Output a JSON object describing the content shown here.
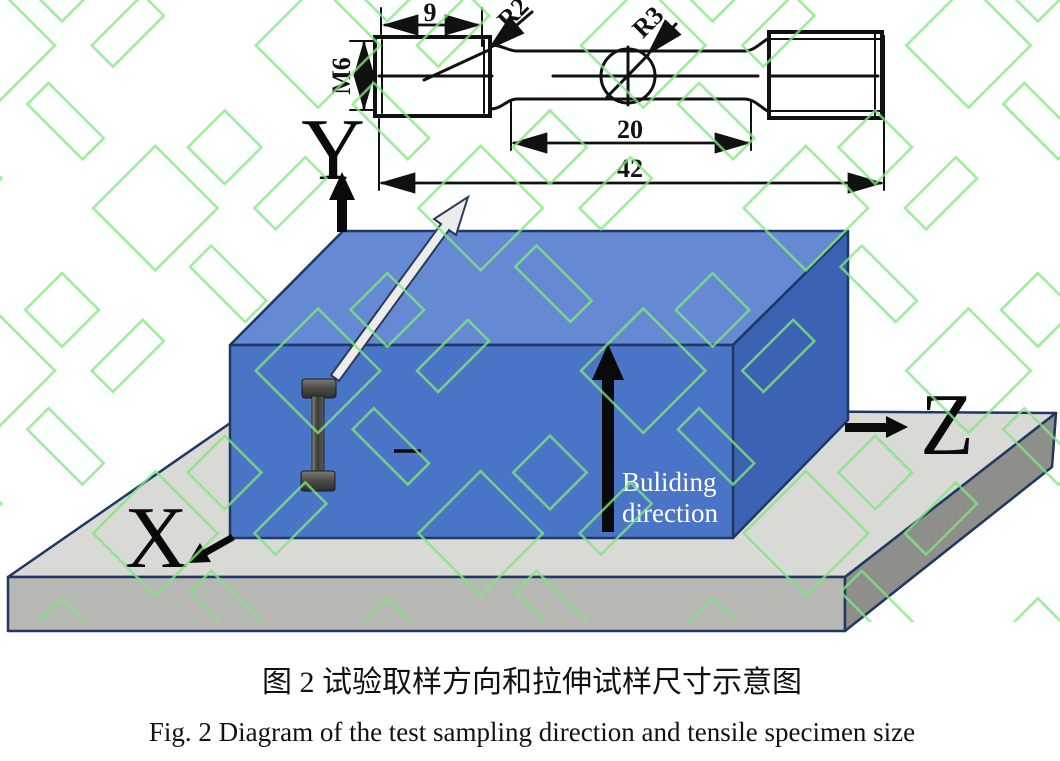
{
  "figure_caption": {
    "zh": "图 2  试验取样方向和拉伸试样尺寸示意图",
    "en": "Fig. 2 Diagram of the test sampling direction and tensile specimen size"
  },
  "axis_labels": {
    "x": "X",
    "y": "Y",
    "z": "Z"
  },
  "building_direction_label": {
    "line1": "Buliding",
    "line2": "direction"
  },
  "specimen_dimensions": {
    "grip_length": "9",
    "thread_spec": "M6",
    "fillet_radius": "R2",
    "center_radius": "R3",
    "gauge_length": "20",
    "total_length": "42"
  },
  "colors": {
    "block_front": "#4a74c5",
    "block_top": "#6589d2",
    "block_side": "#3c63b3",
    "base_top": "#d9d9d6",
    "base_front": "#b7b7b4",
    "base_side": "#8e8e8b",
    "outline": "#1f3864",
    "drawing_line": "#111111",
    "watermark_green": "#7fe87f",
    "sampling_arrow_fill": "#ececea"
  }
}
